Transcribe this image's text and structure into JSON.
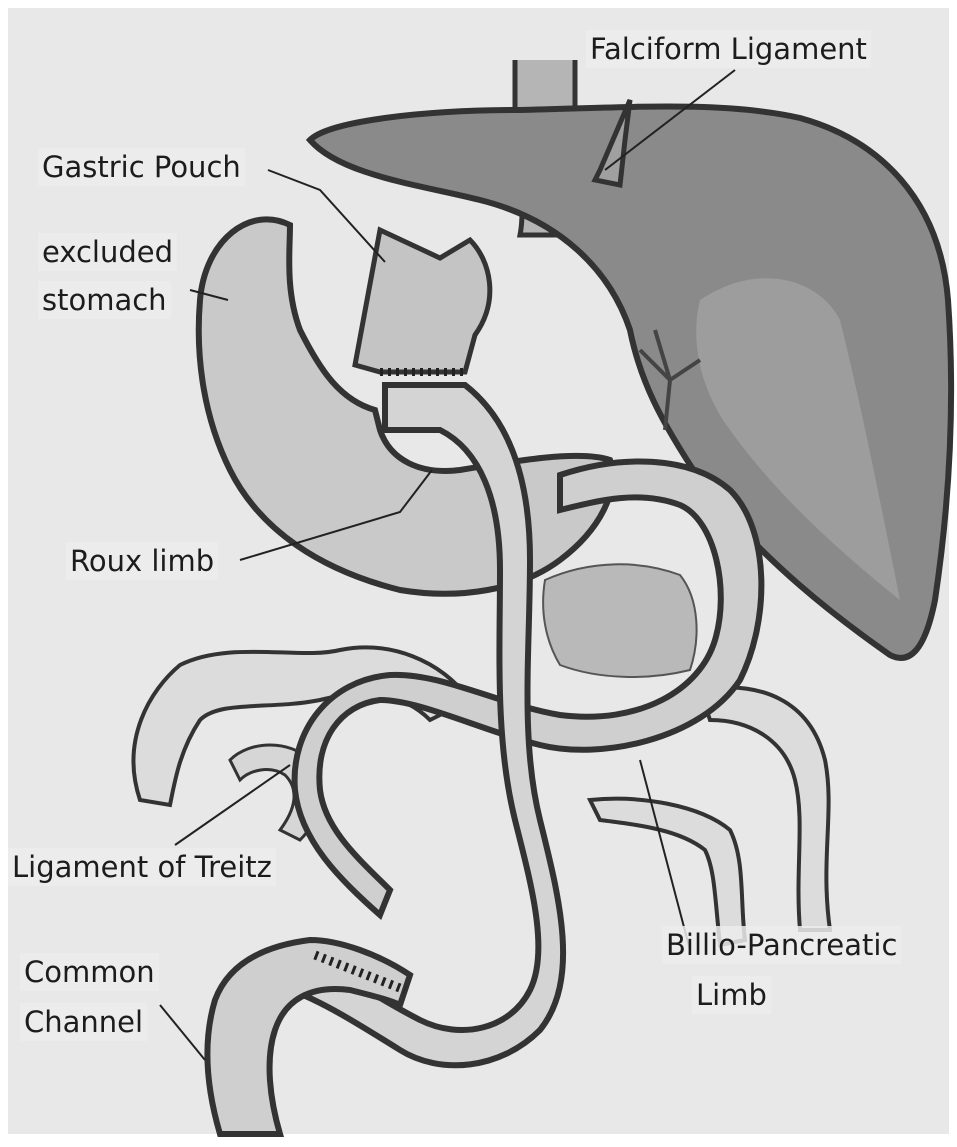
{
  "labels": {
    "falciform_ligament": "Falciform Ligament",
    "gastric_pouch": "Gastric Pouch",
    "excluded_stomach_line1": "excluded",
    "excluded_stomach_line2": "stomach",
    "roux_limb": "Roux limb",
    "ligament_of_treitz": "Ligament of Treitz",
    "common_channel_line1": "Common",
    "common_channel_line2": "Channel",
    "bilio_pancreatic_limb_line1": "Billio-Pancreatic",
    "bilio_pancreatic_limb_line2": "Limb"
  },
  "colors": {
    "background": "#e8e8e8",
    "outline": "#333333",
    "liver": "#8a8a8a",
    "stomach": "#c9c9c9",
    "intestine": "#cfcfcf",
    "colon": "#dcdcdc"
  }
}
